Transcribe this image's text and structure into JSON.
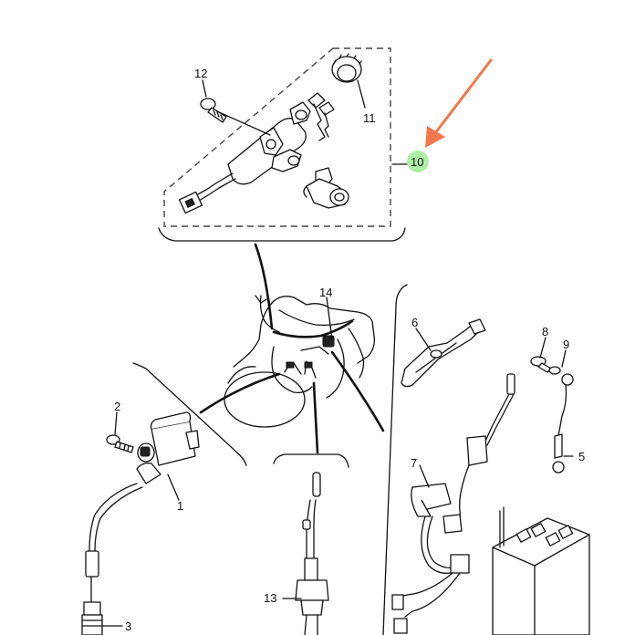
{
  "callouts": {
    "c1": "1",
    "c2": "2",
    "c3": "3",
    "c5": "5",
    "c6": "6",
    "c7": "7",
    "c8": "8",
    "c9": "9",
    "c10": "10",
    "c11": "11",
    "c12": "12",
    "c13": "13",
    "c14": "14"
  },
  "colors": {
    "highlight_marker": "#a6ec9c",
    "pointer_arrow": "#f0784a",
    "line_art": "#111111"
  },
  "icons": {
    "pointer": "arrow-icon"
  }
}
